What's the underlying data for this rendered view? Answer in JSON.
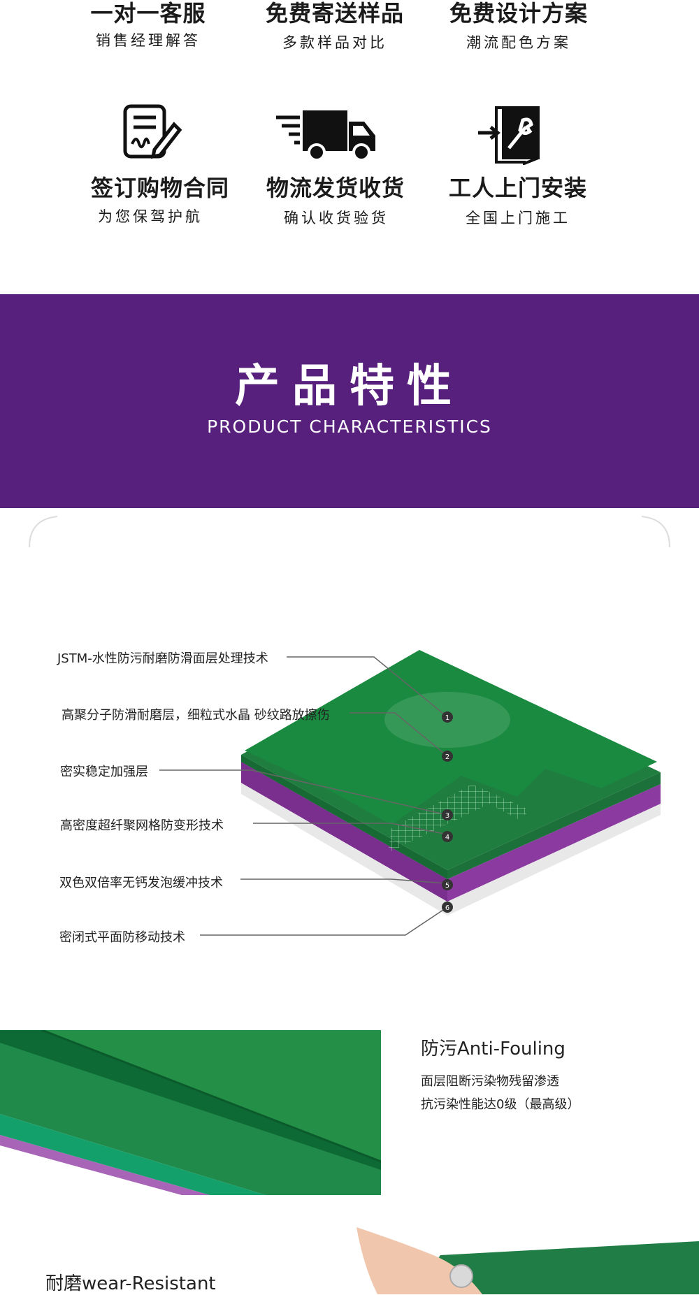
{
  "services_top": [
    {
      "title": "一对一客服",
      "subtitle": "销售经理解答"
    },
    {
      "title": "免费寄送样品",
      "subtitle": "多款样品对比"
    },
    {
      "title": "免费设计方案",
      "subtitle": "潮流配色方案"
    }
  ],
  "services_bottom": [
    {
      "icon": "contract-icon",
      "title": "签订购物合同",
      "subtitle": "为您保驾护航"
    },
    {
      "icon": "delivery-truck-icon",
      "title": "物流发货收货",
      "subtitle": "确认收货验货"
    },
    {
      "icon": "installation-door-icon",
      "title": "工人上门安装",
      "subtitle": "全国上门施工"
    }
  ],
  "banner": {
    "title": "产品特性",
    "subtitle": "PRODUCT CHARACTERISTICS"
  },
  "layers": [
    {
      "num": "1",
      "label": "JSTM-水性防污耐磨防滑面层处理技术"
    },
    {
      "num": "2",
      "label": "高聚分子防滑耐磨层，细粒式水晶 砂纹路放擦伤"
    },
    {
      "num": "3",
      "label": "密实稳定加强层"
    },
    {
      "num": "4",
      "label": "高密度超纤聚网格防变形技术"
    },
    {
      "num": "5",
      "label": "双色双倍率无钙发泡缓冲技术"
    },
    {
      "num": "6",
      "label": "密闭式平面防移动技术"
    }
  ],
  "features": [
    {
      "title": "防污Anti-Fouling",
      "lines": [
        "面层阻断污染物残留渗透",
        "抗污染性能达0级（最高级）"
      ]
    },
    {
      "title": "耐磨wear-Resistant"
    }
  ],
  "colors": {
    "banner_purple": "#57207d",
    "floor_green": "#1a7a3a",
    "floor_purple": "#8b3aa0"
  }
}
